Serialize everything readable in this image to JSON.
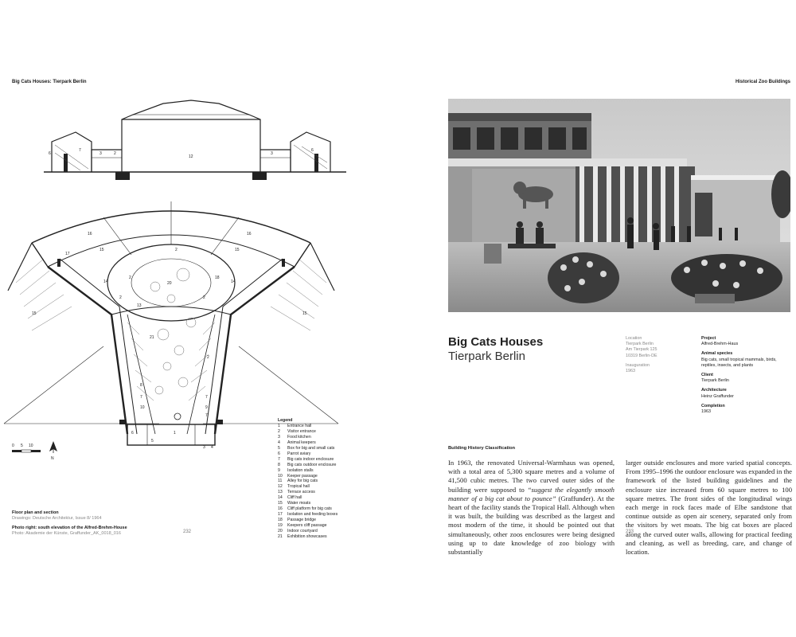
{
  "left_page": {
    "running_head": "Big Cats Houses: Tierpark Berlin",
    "page_number": "232",
    "section_labels": [
      "6",
      "7",
      "3",
      "2",
      "12",
      "3",
      "6"
    ],
    "plan_labels": [
      "17",
      "16",
      "15",
      "14",
      "15",
      "2",
      "2",
      "20",
      "18",
      "16",
      "15",
      "14",
      "2",
      "13",
      "2",
      "21",
      "2",
      "15",
      "8",
      "7",
      "10",
      "7",
      "9",
      "7",
      "6",
      "1",
      "5",
      "3",
      "4"
    ],
    "scale_labels": [
      "0",
      "5",
      "10"
    ],
    "north_label": "N",
    "legend": {
      "title": "Legend",
      "items": [
        {
          "n": "1",
          "t": "Entrance hall"
        },
        {
          "n": "2",
          "t": "Visitor entrance"
        },
        {
          "n": "3",
          "t": "Food kitchen"
        },
        {
          "n": "4",
          "t": "Animal keepers"
        },
        {
          "n": "5",
          "t": "Box for big and small cats"
        },
        {
          "n": "6",
          "t": "Parrot aviary"
        },
        {
          "n": "7",
          "t": "Big cats indoor enclosure"
        },
        {
          "n": "8",
          "t": "Big cats outdoor enclosure"
        },
        {
          "n": "9",
          "t": "Isolation stalls"
        },
        {
          "n": "10",
          "t": "Keeper passage"
        },
        {
          "n": "11",
          "t": "Alley for big cats"
        },
        {
          "n": "12",
          "t": "Tropical hall"
        },
        {
          "n": "13",
          "t": "Terrace access"
        },
        {
          "n": "14",
          "t": "Cliff hall"
        },
        {
          "n": "15",
          "t": "Water moats"
        },
        {
          "n": "16",
          "t": "Cliff platform for big cats"
        },
        {
          "n": "17",
          "t": "Isolation and feeding boxes"
        },
        {
          "n": "18",
          "t": "Passage bridge"
        },
        {
          "n": "19",
          "t": "Keepers cliff passage"
        },
        {
          "n": "20",
          "t": "Indoor courtyard"
        },
        {
          "n": "21",
          "t": "Exhibition showcases"
        }
      ]
    },
    "caption_1_title": "Floor plan and section",
    "caption_1_source": "Drawings: Deutsche Architektur, Issue 8/ 1964",
    "caption_2_title": "Photo right: south elevation of the Alfred-Brehm-House",
    "caption_2_source": "Photo: Akademie der Künste, Graffunder_AK_0018_016"
  },
  "right_page": {
    "running_head": "Historical Zoo Buildings",
    "page_number": "233",
    "title": "Big Cats Houses",
    "subtitle": "Tierpark Berlin",
    "location": {
      "label": "Location",
      "lines": [
        "Tierpark Berlin",
        "Am Tierpark 125",
        "10319 Berlin-DE"
      ],
      "inauguration_label": "Inauguration",
      "inauguration_year": "1963"
    },
    "project": {
      "project_label": "Project",
      "project_value": "Alfred-Brehm-Haus",
      "species_label": "Animal species",
      "species_value": "Big cats, small tropical mammals, birds, reptiles, insects, and plants",
      "client_label": "Client",
      "client_value": "Tierpark Berlin",
      "architecture_label": "Architecture",
      "architecture_value": "Heinz Graffunder",
      "completion_label": "Completion",
      "completion_value": "1963"
    },
    "section_label": "Building History Classification",
    "body_col1": {
      "text_1": "In 1963, the renovated Universal-Warmhaus was opened, with a total area of 5,300 square metres and a volume of 41,500 cubic metres. The two curved outer sides of the building were supposed to ",
      "quote": "“suggest the elegantly smooth manner of a big cat about to pounce”",
      "text_2": " (Graffunder). At the heart of the facility stands the Tropical Hall. Although when it was built, the building was described as the largest and most modern of the time, it should be pointed out that simultaneously, other zoos enclosures were being designed using up to date knowledge of zoo biology with substantially"
    },
    "body_col2": "larger outside enclosures and more varied spatial concepts. From 1995–1996 the outdoor enclosure was expanded in the framework of the listed building guidelines and the enclosure size increased from 60 square metres to 100 square metres. The front sides of the longitudinal wings each merge in rock faces made of Elbe sandstone that continue outside as open air scenery, separated only from the visitors by wet moats. The big cat boxes are placed along the curved outer walls, allowing for practical feeding and cleaning, as well as breeding, care, and change of location."
  }
}
